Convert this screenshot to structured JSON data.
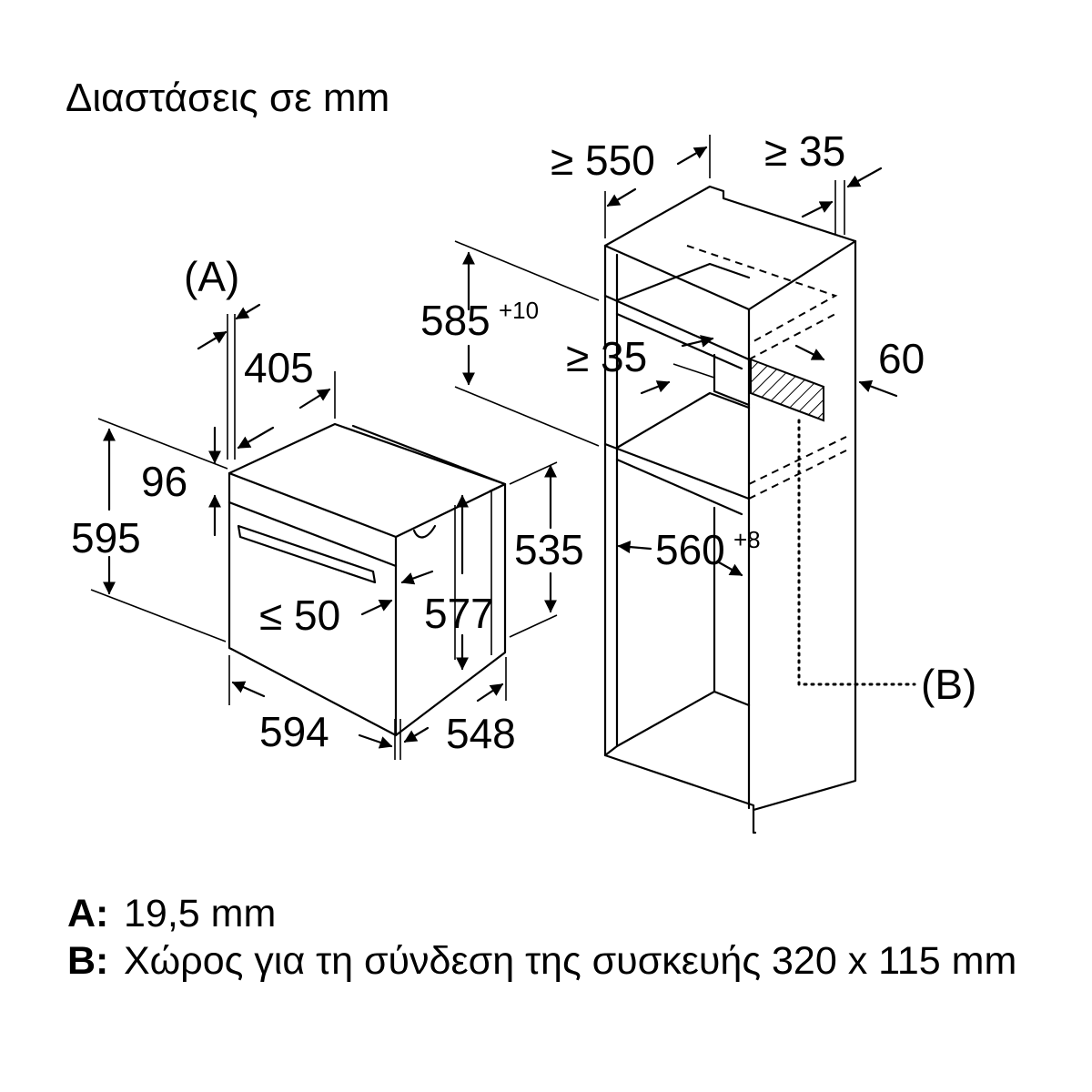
{
  "title": "Διαστάσεις σε mm",
  "oven": {
    "label_a": "(A)",
    "dims": {
      "d405": "405",
      "d96": "96",
      "d595": "595",
      "d535": "535",
      "d577": "577",
      "d_le50": "≤ 50",
      "d594": "594",
      "d548": "548"
    }
  },
  "cabinet": {
    "label_b": "(B)",
    "dims": {
      "d_ge550": "≥ 550",
      "d_ge35_top": "≥ 35",
      "d585": "585",
      "d585_tol": "+10",
      "d_ge35_mid": "≥ 35",
      "d60": "60",
      "d560": "560",
      "d560_tol": "+8"
    }
  },
  "legend": [
    {
      "key": "A:",
      "text": "19,5 mm"
    },
    {
      "key": "B:",
      "text": "Χώρος για τη σύνδεση της συσκευής 320 x 115 mm"
    }
  ]
}
